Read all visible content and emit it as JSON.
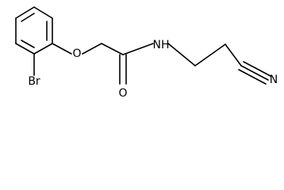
{
  "molecule": {
    "atoms": {
      "O_ether": "O",
      "O_carbonyl": "O",
      "NH": "NH",
      "N_nitrile": "N",
      "Br": "Br"
    }
  }
}
